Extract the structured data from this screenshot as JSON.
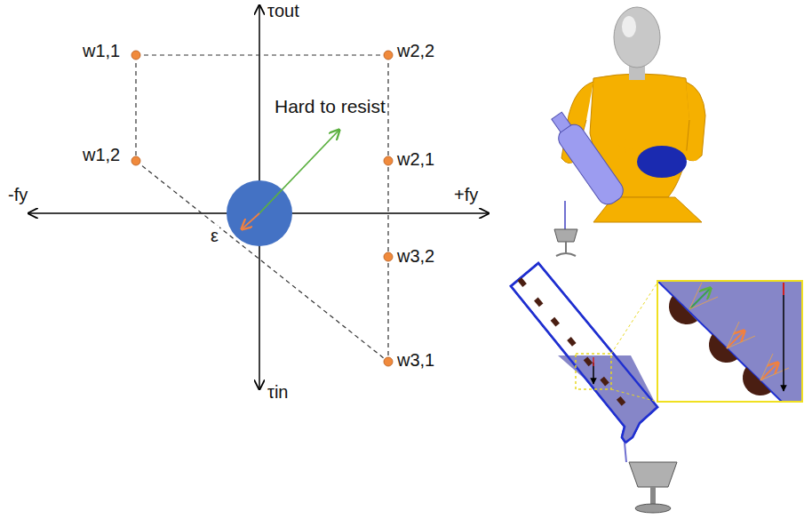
{
  "diagram": {
    "labels": [
      "τout",
      "τin",
      "-fy",
      "+fy",
      "w1,1",
      "w2,2",
      "w1,2",
      "w2,1",
      "w3,2",
      "w3,1",
      "Hard to resist",
      "ε"
    ]
  }
}
